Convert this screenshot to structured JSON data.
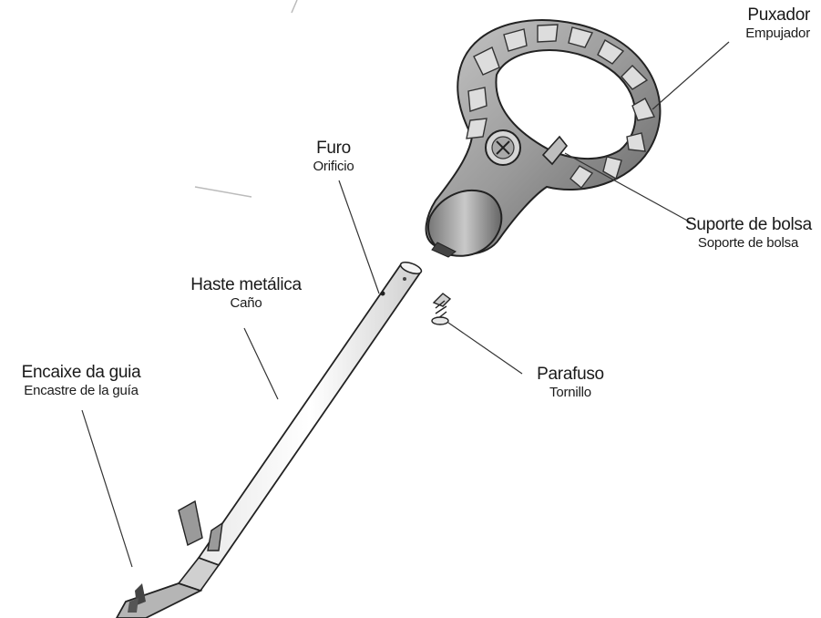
{
  "labels": {
    "handle": {
      "pt": "Puxador",
      "es": "Empujador"
    },
    "bag_holder": {
      "pt": "Suporte de bolsa",
      "es": "Soporte de bolsa"
    },
    "hole": {
      "pt": "Furo",
      "es": "Orificio"
    },
    "screw": {
      "pt": "Parafuso",
      "es": "Tornillo"
    },
    "tube": {
      "pt": "Haste metálica",
      "es": "Caño"
    },
    "guide_fit": {
      "pt": "Encaixe da guia",
      "es": "Encastre de la guía"
    }
  }
}
